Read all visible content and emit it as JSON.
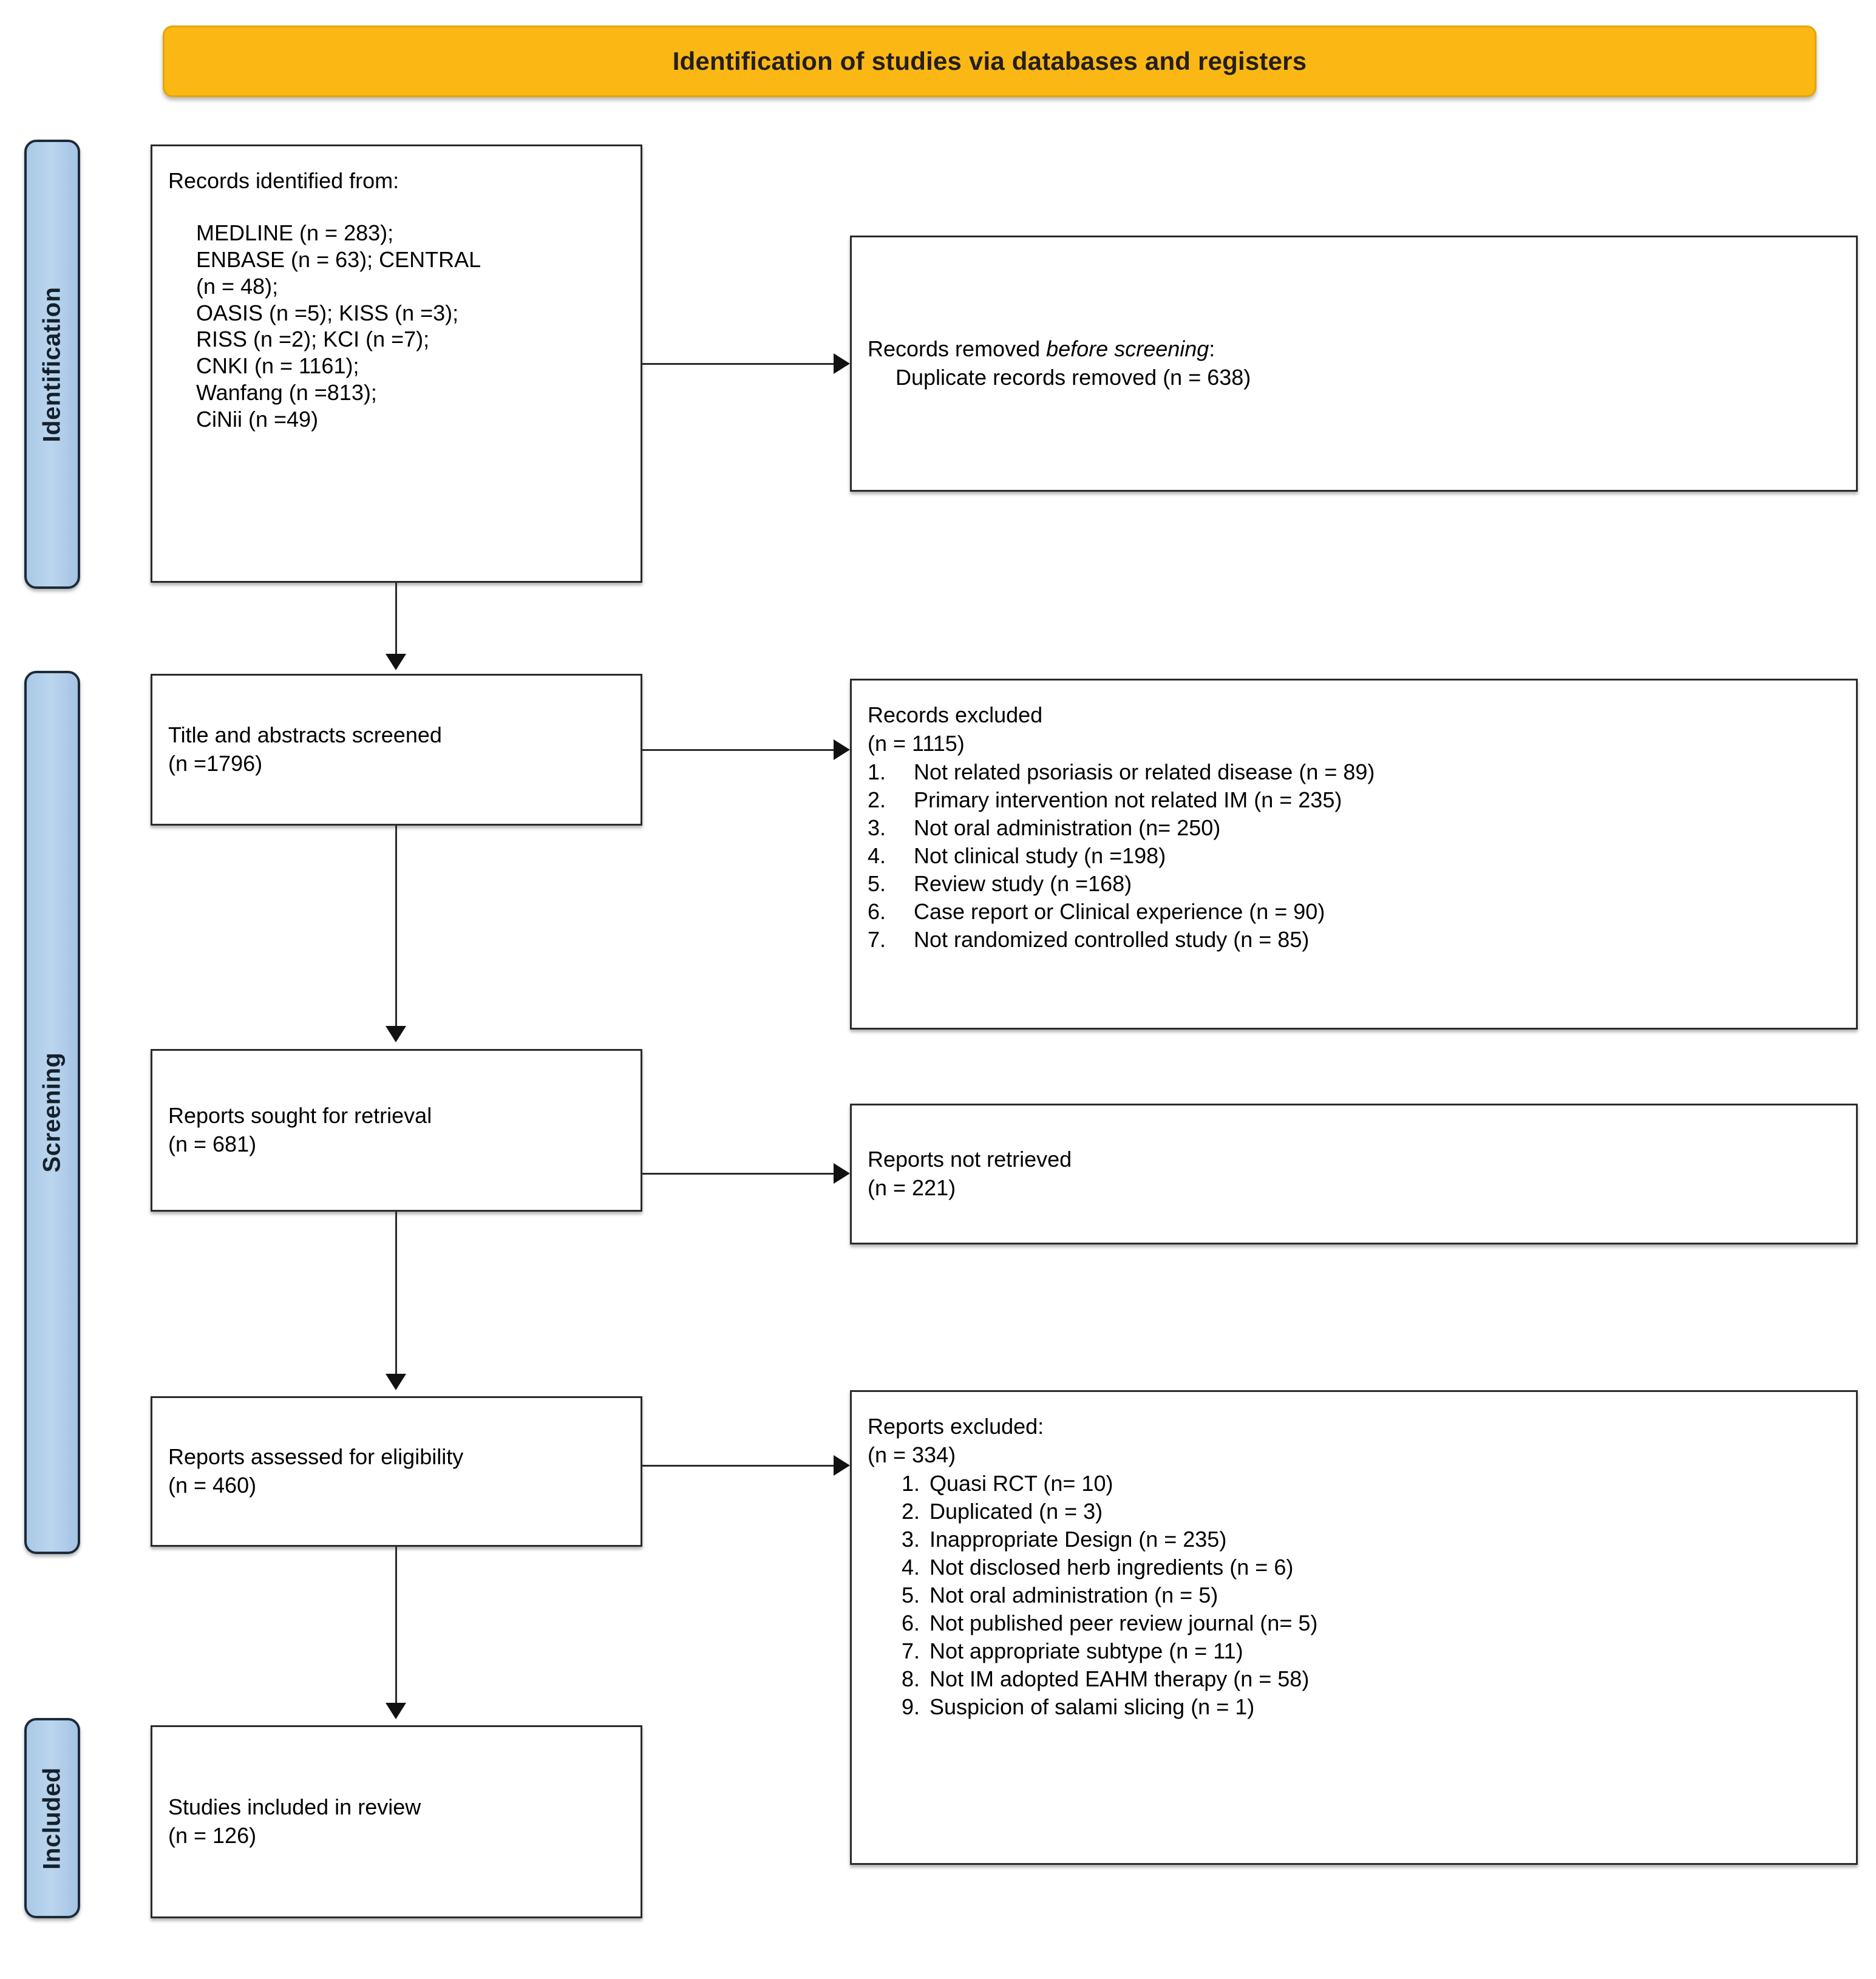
{
  "banner": {
    "title": "Identification of studies via databases and registers"
  },
  "stages": [
    {
      "key": "identification",
      "label": "Identification"
    },
    {
      "key": "screening",
      "label": "Screening"
    },
    {
      "key": "included",
      "label": "Included"
    }
  ],
  "boxes": {
    "identified": {
      "heading": "Records identified from:",
      "sources": [
        "MEDLINE (n = 283);",
        "ENBASE (n = 63); CENTRAL",
        "(n = 48);",
        "OASIS (n =5); KISS (n =3);",
        "RISS (n =2); KCI (n =7);",
        "CNKI (n = 1161);",
        "Wanfang (n =813);",
        "CiNii (n =49)"
      ]
    },
    "removed": {
      "heading_prefix": "Records removed ",
      "heading_italic": "before screening",
      "heading_suffix": ":",
      "detail": "Duplicate records removed (n = 638)"
    },
    "screened": {
      "line1": "Title and abstracts screened",
      "line2": "(n =1796)"
    },
    "records_excluded": {
      "heading": "Records excluded",
      "count": "(n = 1115)",
      "items": [
        {
          "num": "1.",
          "text": "Not related psoriasis or related disease (n = 89)"
        },
        {
          "num": "2.",
          "text": "Primary intervention not related IM (n = 235)"
        },
        {
          "num": "3.",
          "text": "Not oral administration (n= 250)"
        },
        {
          "num": "4.",
          "text": "Not clinical study (n =198)"
        },
        {
          "num": "5.",
          "text": "Review study (n =168)"
        },
        {
          "num": "6.",
          "text": "Case report or Clinical experience (n = 90)"
        },
        {
          "num": "7.",
          "text": "Not randomized controlled study (n = 85)"
        }
      ]
    },
    "sought": {
      "line1": "Reports sought for retrieval",
      "line2": "(n = 681)"
    },
    "not_retrieved": {
      "line1": "Reports not retrieved",
      "line2": "(n = 221)"
    },
    "assessed": {
      "line1": "Reports assessed for eligibility",
      "line2": "(n = 460)"
    },
    "reports_excluded": {
      "heading": "Reports excluded:",
      "count": "(n = 334)",
      "items": [
        {
          "num": "1.",
          "text": "Quasi RCT (n= 10)"
        },
        {
          "num": "2.",
          "text": "Duplicated (n = 3)"
        },
        {
          "num": "3.",
          "text": "Inappropriate Design (n = 235)"
        },
        {
          "num": "4.",
          "text": "Not disclosed herb ingredients (n = 6)"
        },
        {
          "num": "5.",
          "text": "Not oral administration (n = 5)"
        },
        {
          "num": "6.",
          "text": "Not published peer review journal (n= 5)"
        },
        {
          "num": "7.",
          "text": "Not appropriate subtype (n = 11)"
        },
        {
          "num": "8.",
          "text": "Not IM adopted EAHM therapy (n = 58)"
        },
        {
          "num": "9.",
          "text": "Suspicion of salami slicing (n = 1)"
        }
      ]
    },
    "included": {
      "line1": "Studies included in review",
      "line2": "(n = 126)"
    }
  },
  "colors": {
    "banner_fill": "#FBB713",
    "stage_fill": "#A9C9E6",
    "box_border": "#2b2b2b",
    "connector": "#111111",
    "text": "#000000"
  }
}
